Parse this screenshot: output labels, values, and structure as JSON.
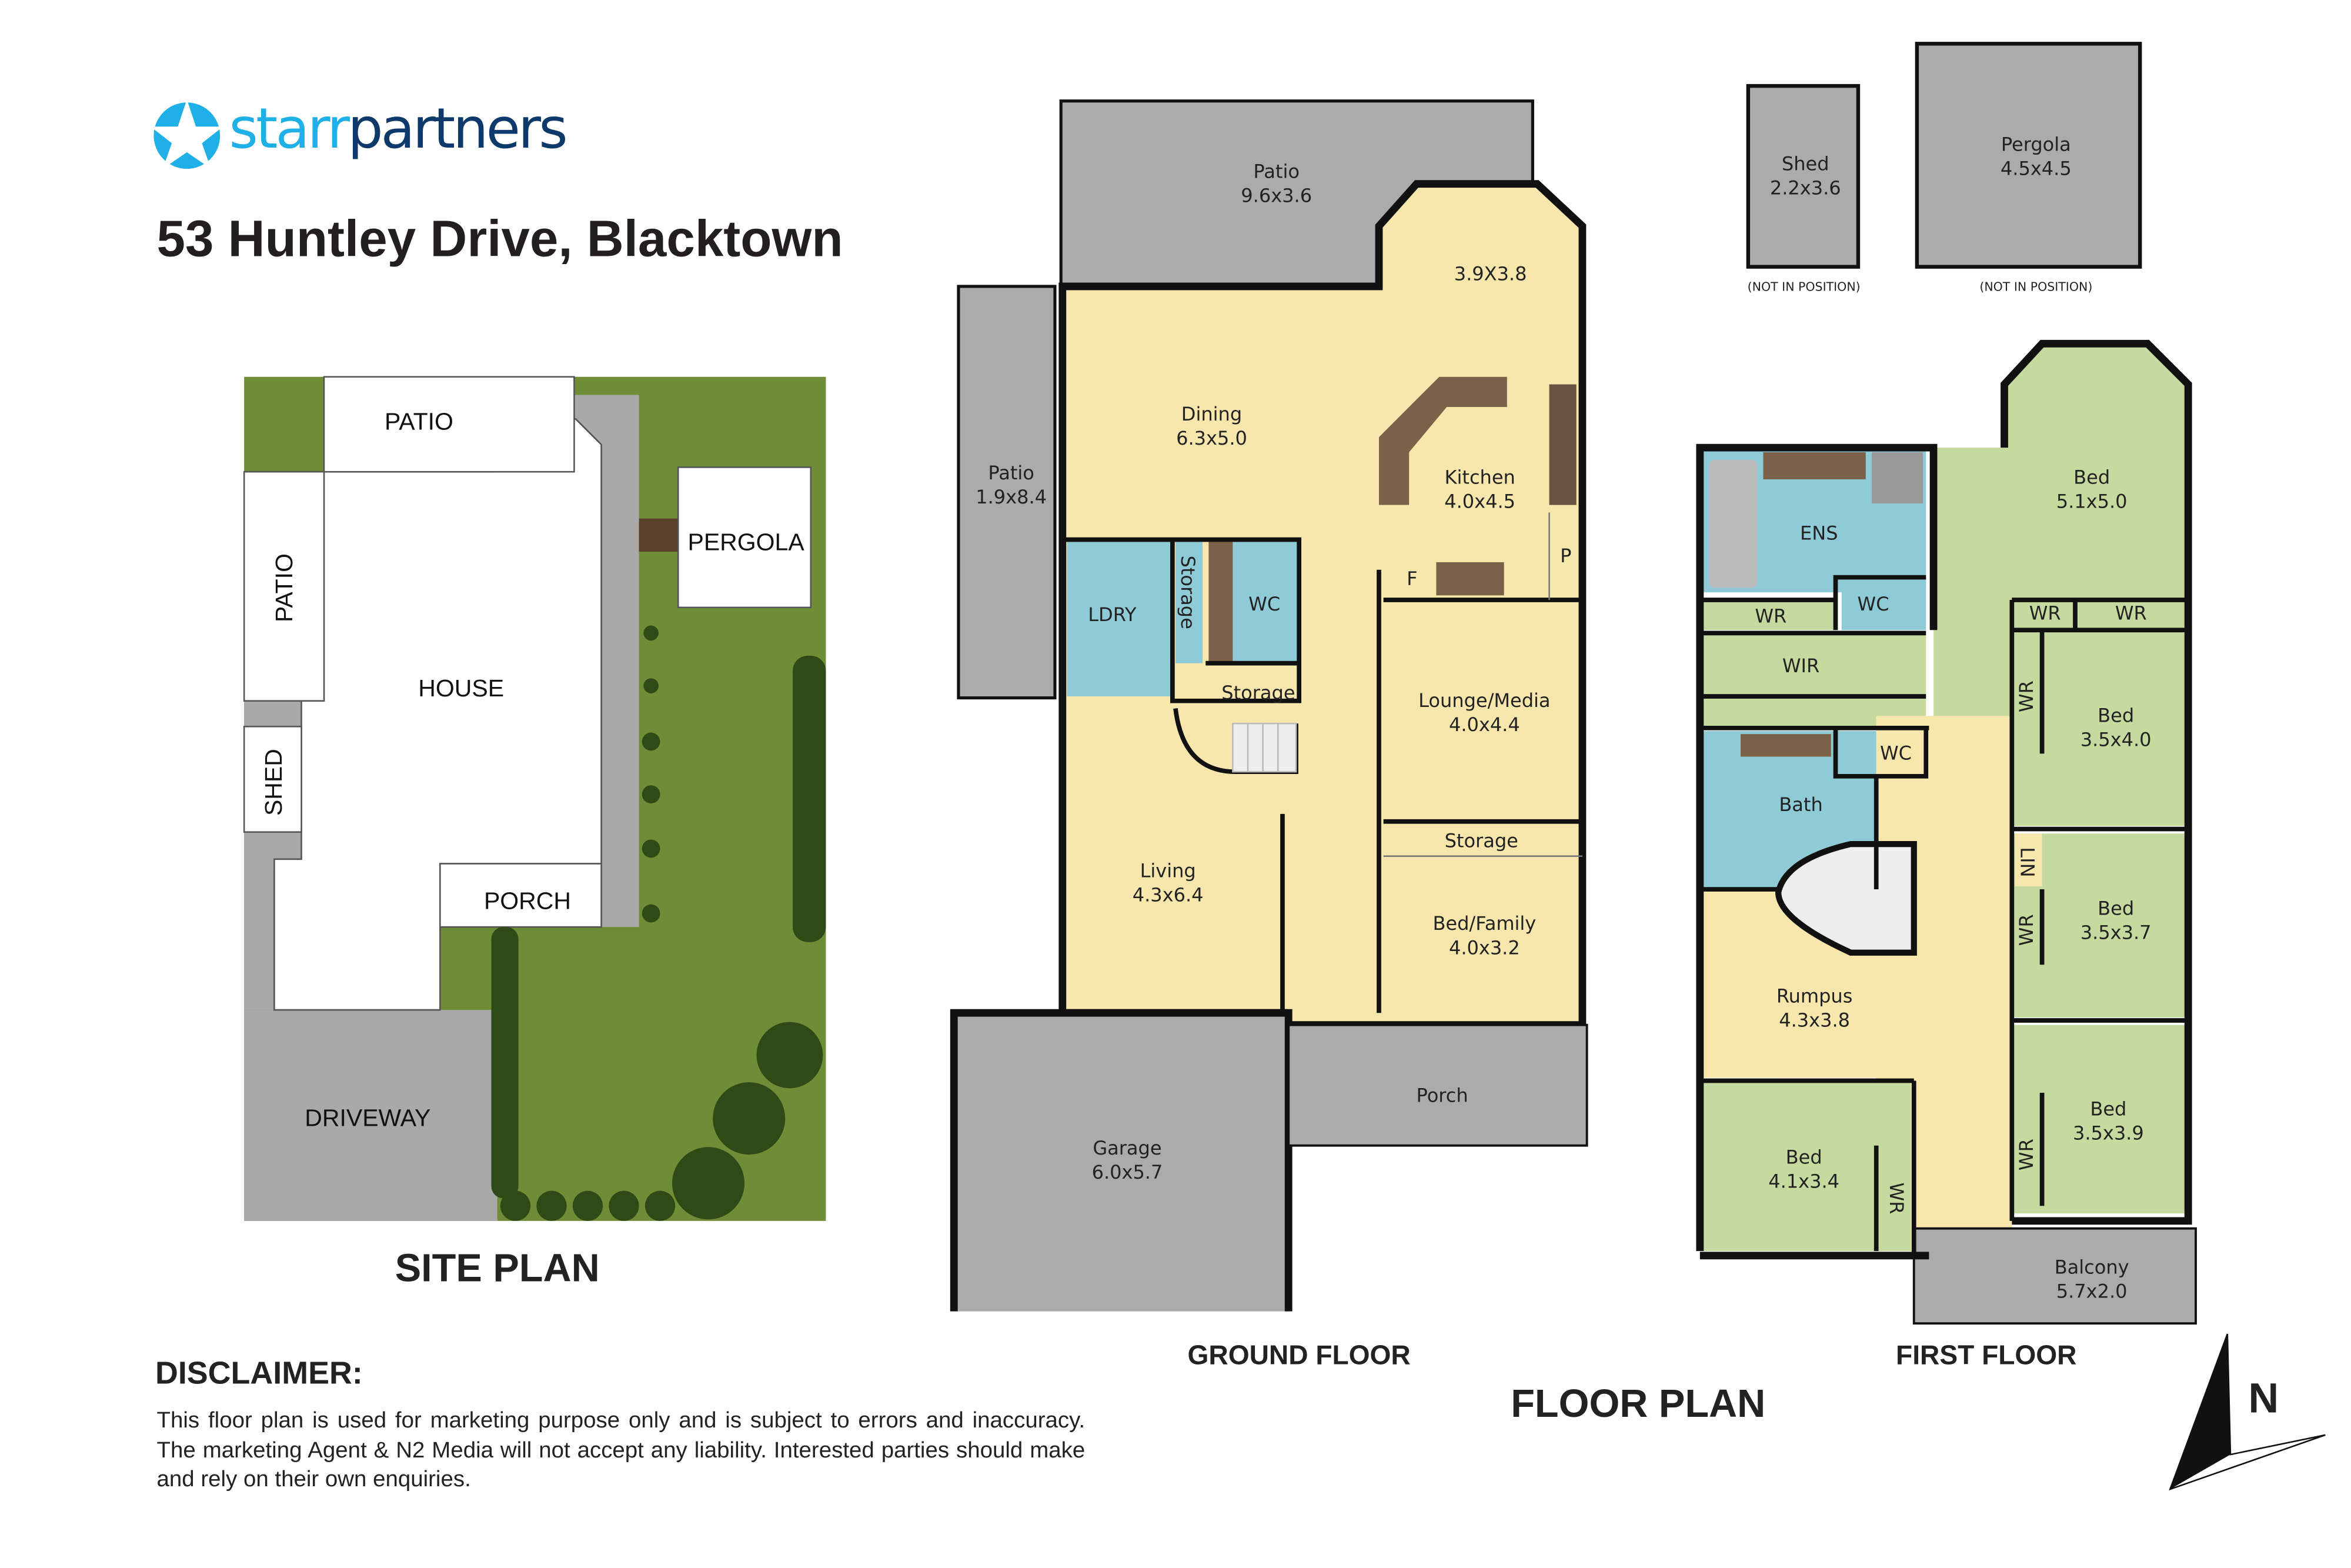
{
  "brand": {
    "logo_part1": "starr",
    "logo_part2": "partners",
    "accent": "#1eb0e6",
    "dark": "#0d3a6b"
  },
  "title": "53 Huntley Drive, Blacktown",
  "site_plan": {
    "heading": "SITE PLAN",
    "labels": {
      "patio_top": "PATIO",
      "patio_side": "PATIO",
      "house": "HOUSE",
      "shed": "SHED",
      "porch": "PORCH",
      "pergola": "PERGOLA",
      "driveway": "DRIVEWAY"
    }
  },
  "ground_floor": {
    "heading": "GROUND FLOOR",
    "rooms": [
      {
        "name": "Patio",
        "dims": "9.6x3.6"
      },
      {
        "name": "Patio",
        "dims": "1.9x8.4"
      },
      {
        "name": "",
        "dims": "3.9X3.8"
      },
      {
        "name": "Dining",
        "dims": "6.3x5.0"
      },
      {
        "name": "Kitchen",
        "dims": "4.0x4.5"
      },
      {
        "name": "LDRY",
        "dims": ""
      },
      {
        "name": "Storage",
        "dims": ""
      },
      {
        "name": "WC",
        "dims": ""
      },
      {
        "name": "Storage",
        "dims": ""
      },
      {
        "name": "Lounge/Media",
        "dims": "4.0x4.4"
      },
      {
        "name": "Storage",
        "dims": ""
      },
      {
        "name": "Living",
        "dims": "4.3x6.4"
      },
      {
        "name": "Bed/Family",
        "dims": "4.0x3.2"
      },
      {
        "name": "Garage",
        "dims": "6.0x5.7"
      },
      {
        "name": "Porch",
        "dims": ""
      }
    ],
    "markers": {
      "fridge": "F",
      "pantry": "P"
    }
  },
  "outbuildings": [
    {
      "name": "Shed",
      "dims": "2.2x3.6",
      "note": "(NOT IN POSITION)"
    },
    {
      "name": "Pergola",
      "dims": "4.5x4.5",
      "note": "(NOT IN POSITION)"
    }
  ],
  "first_floor": {
    "heading": "FIRST FLOOR",
    "rooms": [
      {
        "name": "ENS",
        "dims": ""
      },
      {
        "name": "WC",
        "dims": ""
      },
      {
        "name": "WR",
        "dims": ""
      },
      {
        "name": "WIR",
        "dims": ""
      },
      {
        "name": "Bath",
        "dims": ""
      },
      {
        "name": "WC",
        "dims": ""
      },
      {
        "name": "Bed",
        "dims": "5.1x5.0"
      },
      {
        "name": "WR",
        "dims": ""
      },
      {
        "name": "WR",
        "dims": ""
      },
      {
        "name": "Bed",
        "dims": "3.5x4.0"
      },
      {
        "name": "WR",
        "dims": ""
      },
      {
        "name": "LIN",
        "dims": ""
      },
      {
        "name": "Bed",
        "dims": "3.5x3.7"
      },
      {
        "name": "WR",
        "dims": ""
      },
      {
        "name": "Rumpus",
        "dims": "4.3x3.8"
      },
      {
        "name": "Bed",
        "dims": "3.5x3.9"
      },
      {
        "name": "WR",
        "dims": ""
      },
      {
        "name": "Bed",
        "dims": "4.1x3.4"
      },
      {
        "name": "WR",
        "dims": ""
      },
      {
        "name": "Balcony",
        "dims": "5.7x2.0"
      }
    ]
  },
  "floor_plan_heading": "FLOOR PLAN",
  "compass": {
    "label": "N"
  },
  "disclaimer": {
    "heading": "DISCLAIMER:",
    "body": "This floor plan is used for marketing purpose only and is subject to errors and inaccuracy. The marketing Agent & N2 Media will not accept any liability. Interested parties should make and rely on their own enquiries."
  },
  "colors": {
    "living": "#f8e7ad",
    "wet": "#8fcbd7",
    "bedroom": "#c6da9f",
    "outdoor": "#ababab",
    "grass": "#6f8c36",
    "wall": "#111111"
  }
}
